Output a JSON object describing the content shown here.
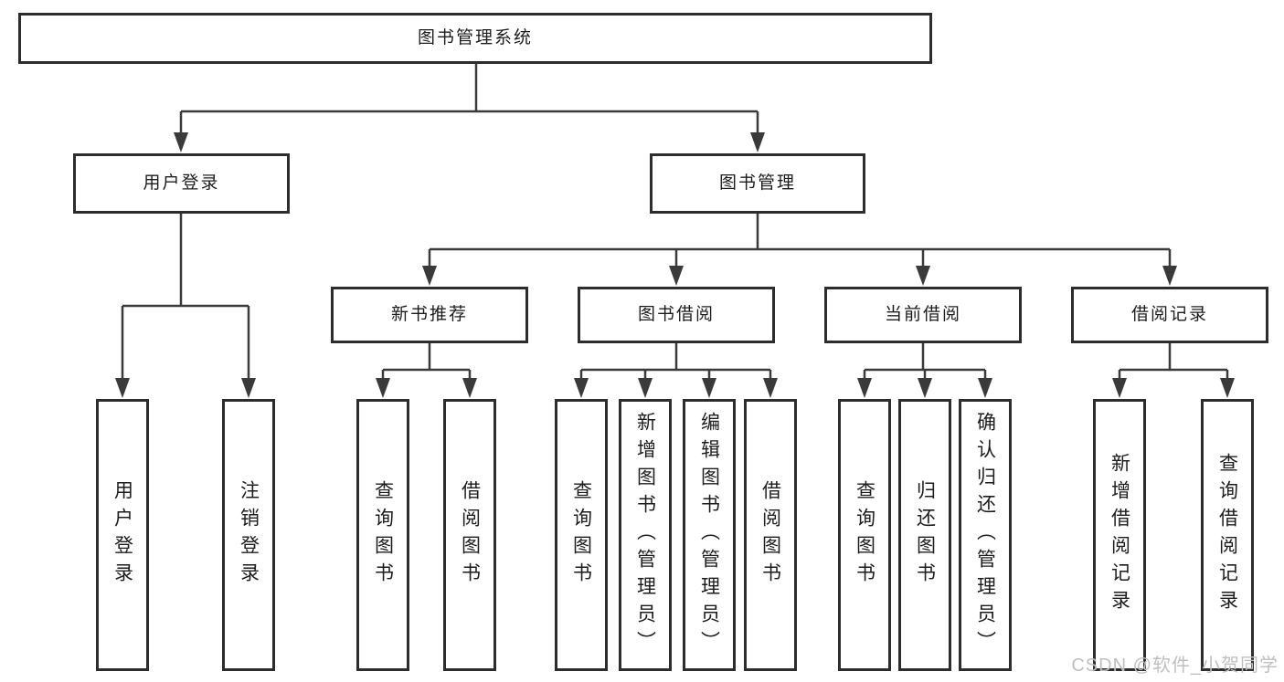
{
  "watermark": {
    "text": "CSDN @软件_小贺同学"
  },
  "colors": {
    "border": "#2d2d2d",
    "line": "#3a3a3a",
    "text": "#1c1c1c",
    "watermark": "#bfbfbf",
    "background": "#ffffff"
  },
  "tree": {
    "root": {
      "label": "图书管理系统",
      "children": [
        {
          "label": "用户登录",
          "children": [
            {
              "label": "用户登录"
            },
            {
              "label": "注销登录"
            }
          ]
        },
        {
          "label": "图书管理",
          "children": [
            {
              "label": "新书推荐",
              "children": [
                {
                  "label": "查询图书"
                },
                {
                  "label": "借阅图书"
                }
              ]
            },
            {
              "label": "图书借阅",
              "children": [
                {
                  "label": "查询图书"
                },
                {
                  "label": "新增图书（管理员）"
                },
                {
                  "label": "编辑图书（管理员）"
                },
                {
                  "label": "借阅图书"
                }
              ]
            },
            {
              "label": "当前借阅",
              "children": [
                {
                  "label": "查询图书"
                },
                {
                  "label": "归还图书"
                },
                {
                  "label": "确认归还（管理员）"
                }
              ]
            },
            {
              "label": "借阅记录",
              "children": [
                {
                  "label": "新增借阅记录"
                },
                {
                  "label": "查询借阅记录"
                }
              ]
            }
          ]
        }
      ]
    }
  }
}
